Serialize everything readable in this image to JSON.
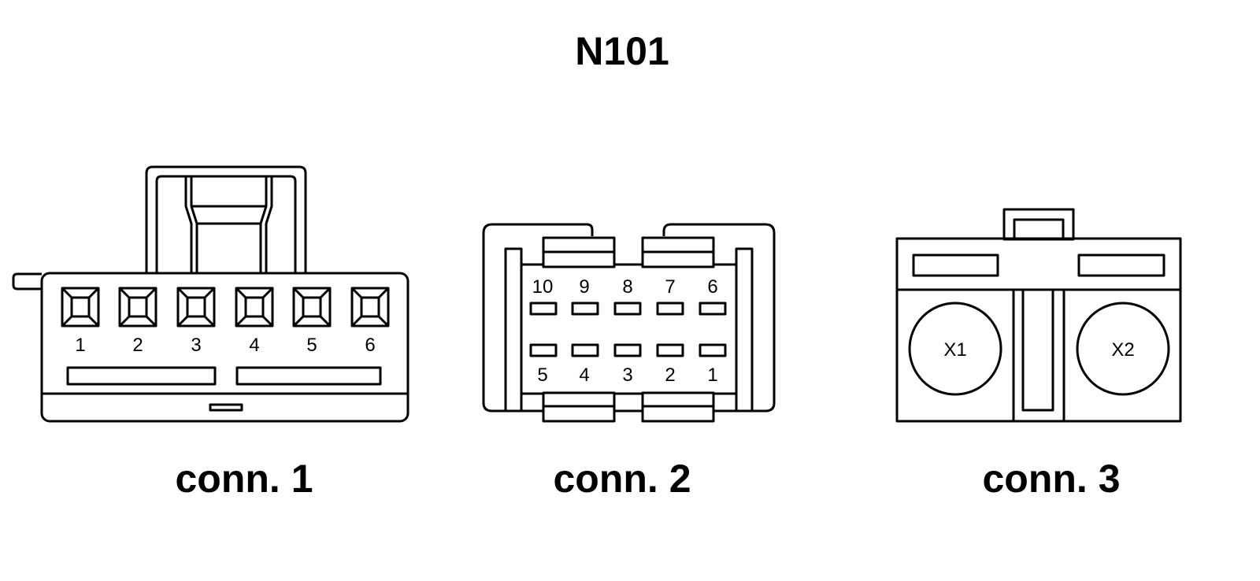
{
  "title": "N101",
  "connectors": [
    {
      "caption": "conn. 1",
      "pins": [
        "1",
        "2",
        "3",
        "4",
        "5",
        "6"
      ]
    },
    {
      "caption": "conn. 2",
      "pins_top": [
        "10",
        "9",
        "8",
        "7",
        "6"
      ],
      "pins_bottom": [
        "5",
        "4",
        "3",
        "2",
        "1"
      ]
    },
    {
      "caption": "conn. 3",
      "pins": [
        "X1",
        "X2"
      ]
    }
  ]
}
